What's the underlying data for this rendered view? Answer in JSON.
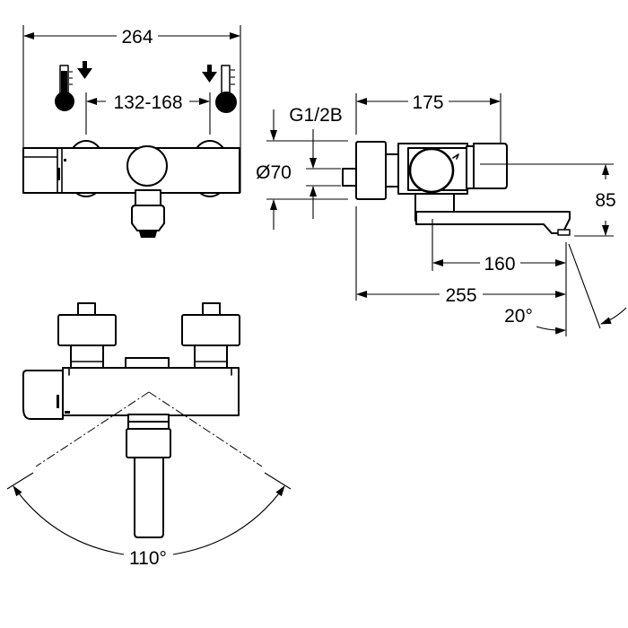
{
  "drawing": {
    "title": "Thermostatic bath mixer dimension drawing",
    "colors": {
      "line": "#000000",
      "background": "#ffffff"
    },
    "front_view": {
      "width_label": "264",
      "inlet_spacing_label": "132-168",
      "icons": [
        "thermometer-cold-icon",
        "arrow-down-icon",
        "arrow-down-icon",
        "thermometer-hot-icon"
      ]
    },
    "side_view": {
      "depth_label": "175",
      "thread_label": "G1/2B",
      "diameter_label": "Ø70",
      "spout_height_label": "85",
      "spout_reach_label": "160",
      "total_reach_label": "255",
      "spout_swivel_label": "20°"
    },
    "top_view": {
      "swivel_angle_label": "110°"
    }
  }
}
